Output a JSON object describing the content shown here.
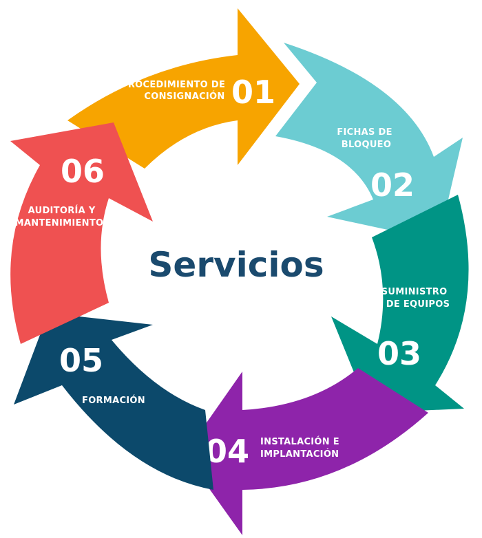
{
  "center_title": "Servicios",
  "segments": [
    {
      "number": "01",
      "label_lines": [
        "PROCEDIMIENTO DE",
        "CONSIGNACIÓN"
      ],
      "color": "#f7a400"
    },
    {
      "number": "02",
      "label_lines": [
        "FICHAS DE",
        "BLOQUEO"
      ],
      "color": "#6cccd2"
    },
    {
      "number": "03",
      "label_lines": [
        "SUMINISTRO",
        "DE EQUIPOS"
      ],
      "color": "#009485"
    },
    {
      "number": "04",
      "label_lines": [
        "INSTALACIÓN E",
        "IMPLANTACIÓN"
      ],
      "color": "#8e24aa"
    },
    {
      "number": "05",
      "label_lines": [
        "FORMACIÓN"
      ],
      "color": "#0c496b"
    },
    {
      "number": "06",
      "label_lines": [
        "AUDITORÍA Y",
        "MANTENIMIENTO"
      ],
      "color": "#ef5151"
    }
  ]
}
